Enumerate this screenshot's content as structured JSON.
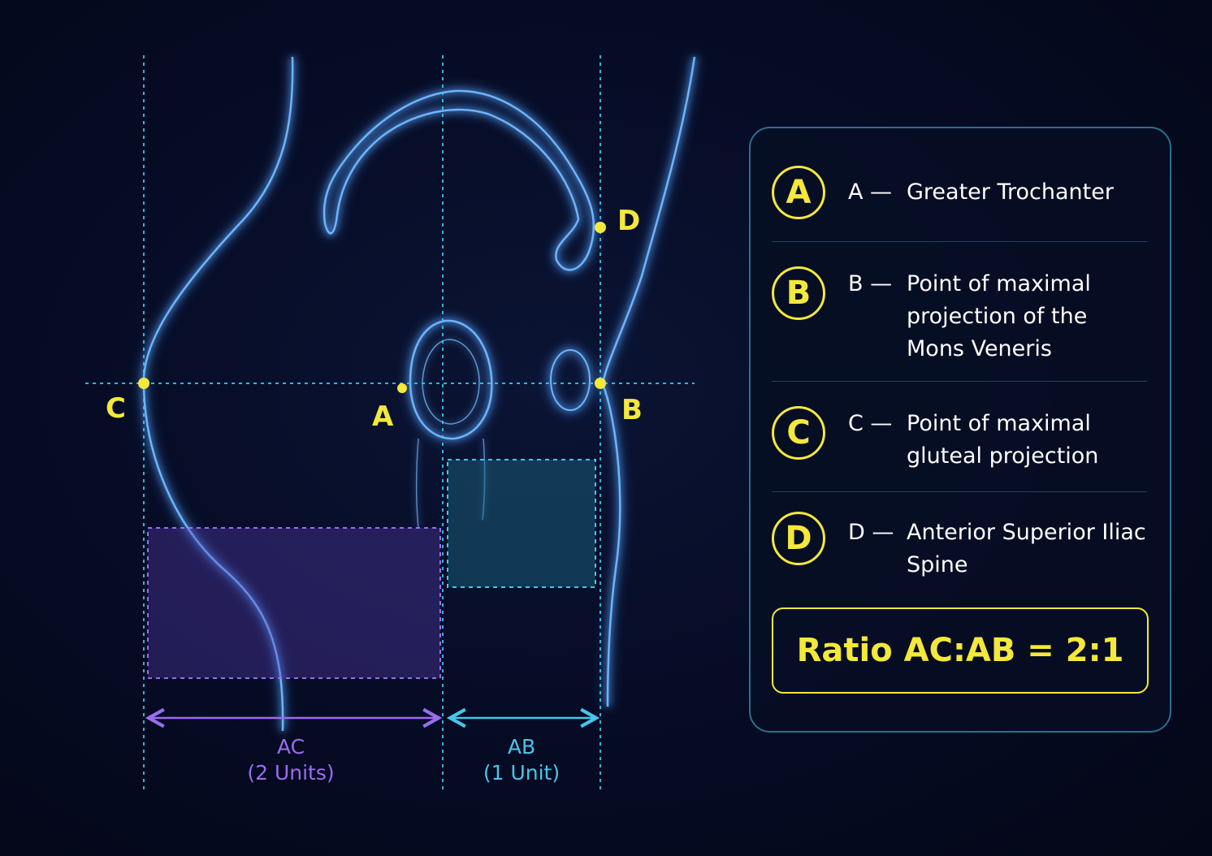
{
  "points": {
    "A": {
      "label": "A"
    },
    "B": {
      "label": "B"
    },
    "C": {
      "label": "C"
    },
    "D": {
      "label": "D"
    }
  },
  "dimensions": {
    "ac": {
      "label": "AC",
      "units": "(2 Units)"
    },
    "ab": {
      "label": "AB",
      "units": "(1 Unit)"
    }
  },
  "legend": {
    "items": [
      {
        "badge": "A",
        "key": "A —",
        "text": "Greater Trochanter"
      },
      {
        "badge": "B",
        "key": "B —",
        "text": "Point of maximal projection of the Mons Veneris"
      },
      {
        "badge": "C",
        "key": "C —",
        "text": "Point of maximal gluteal projection"
      },
      {
        "badge": "D",
        "key": "D —",
        "text": "Anterior Superior Iliac Spine"
      }
    ],
    "ratio": "Ratio AC:AB = 2:1"
  },
  "colors": {
    "background": "#05091f",
    "guide_line": "#39c6e6",
    "outline": "#4f9ff0",
    "ac_accent": "#9b6cf0",
    "ab_accent": "#46c6ea",
    "point": "#f4e83a",
    "panel_border": "#2b6f8c"
  }
}
